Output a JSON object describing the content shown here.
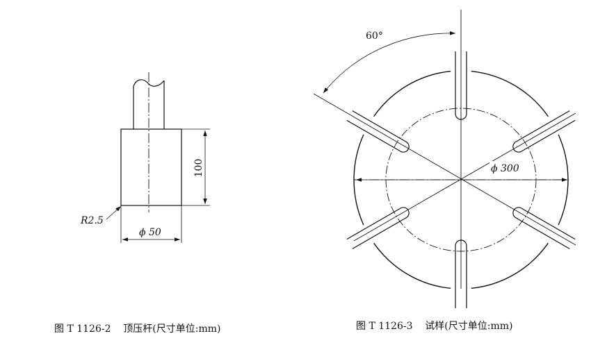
{
  "figure_left": {
    "caption": "图 T 1126-2    顶压杆(尺寸单位:mm)",
    "height_label": "100",
    "radius_label": "R2.5",
    "diameter_label": "ϕ 50"
  },
  "figure_right": {
    "caption": "图 T 1126-3    试样(尺寸单位:mm)",
    "angle_label": "60°",
    "diameter_label": "ϕ 300"
  }
}
